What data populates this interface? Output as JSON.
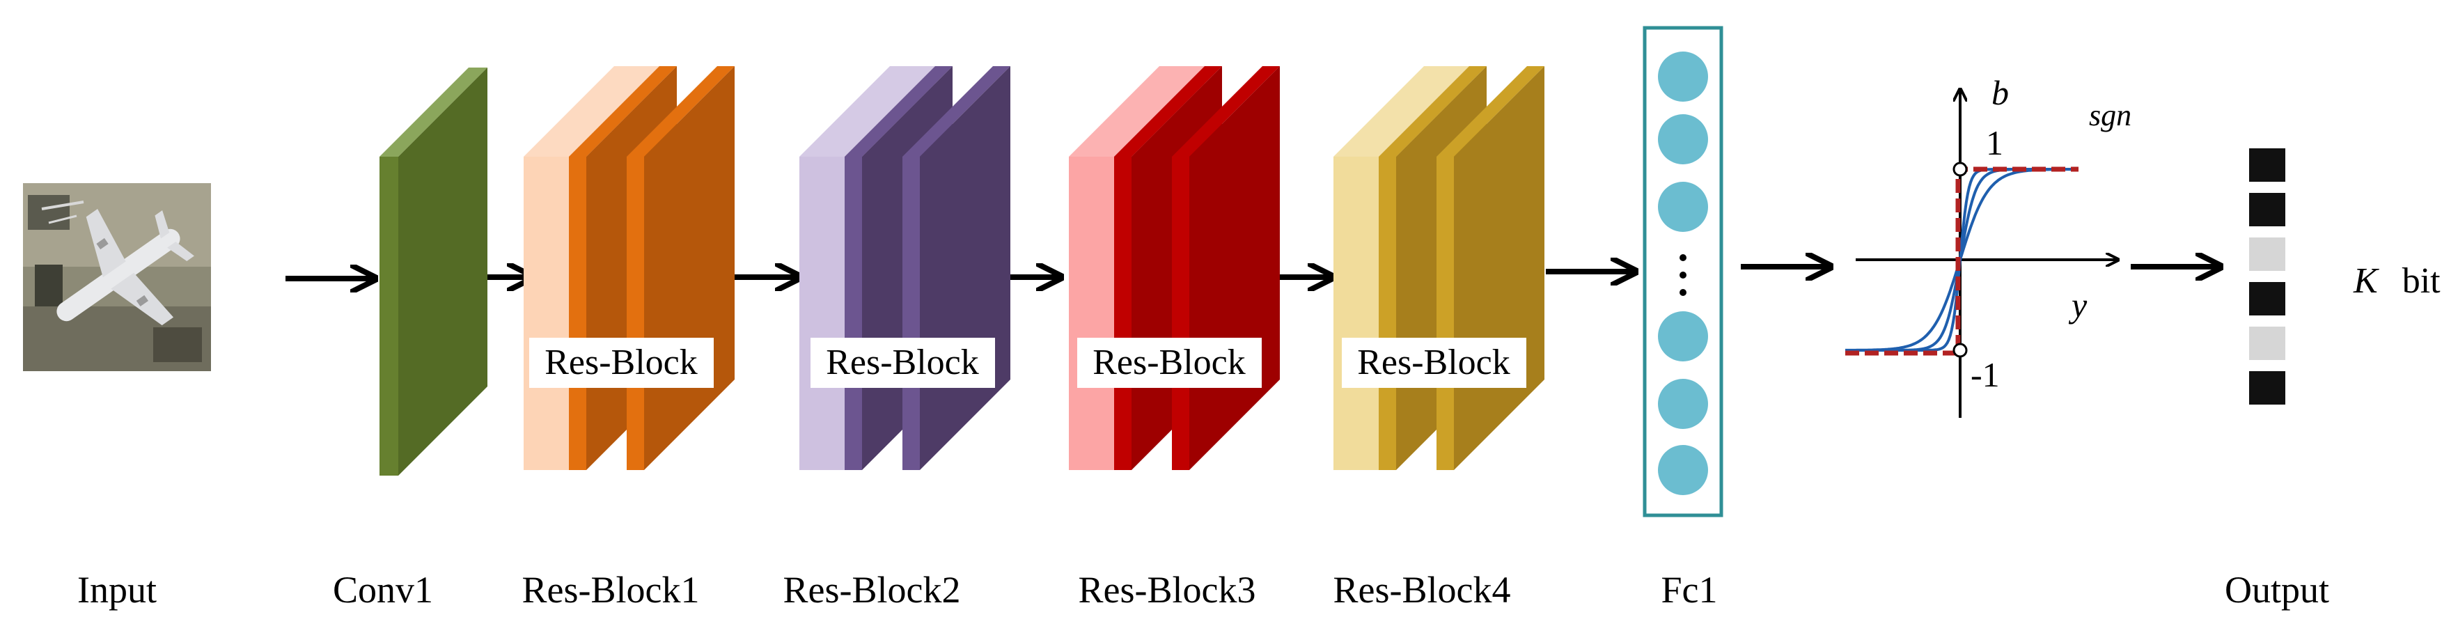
{
  "stages": {
    "input": "Input",
    "conv1": "Conv1",
    "res1": "Res-Block1",
    "res2": "Res-Block2",
    "res3": "Res-Block3",
    "res4": "Res-Block4",
    "fc1": "Fc1",
    "output": "Output"
  },
  "block_label": "Res-Block",
  "plot": {
    "y_axis": "b",
    "x_axis": "y",
    "function": "sgn",
    "tick_pos": "1",
    "tick_neg": "-1"
  },
  "output_label_var": "K",
  "output_label_unit": "bit",
  "output_code": [
    1,
    1,
    0,
    1,
    0,
    1
  ],
  "colors": {
    "conv": "#66802f",
    "res1": [
      "#fdd4b6",
      "#e3700f",
      "#b5570b"
    ],
    "res2": [
      "#cec1e0",
      "#6c5590",
      "#4e3b66"
    ],
    "res3": [
      "#fca5a5",
      "#c00000",
      "#9e0000"
    ],
    "res4": [
      "#f1dc9b",
      "#cca127",
      "#a77f1c"
    ],
    "fc_node": "#6bbdd0",
    "fc_border": "#2f8f96",
    "sgn_curve": "#b22222",
    "tanh_curves": "#1f5fae"
  }
}
